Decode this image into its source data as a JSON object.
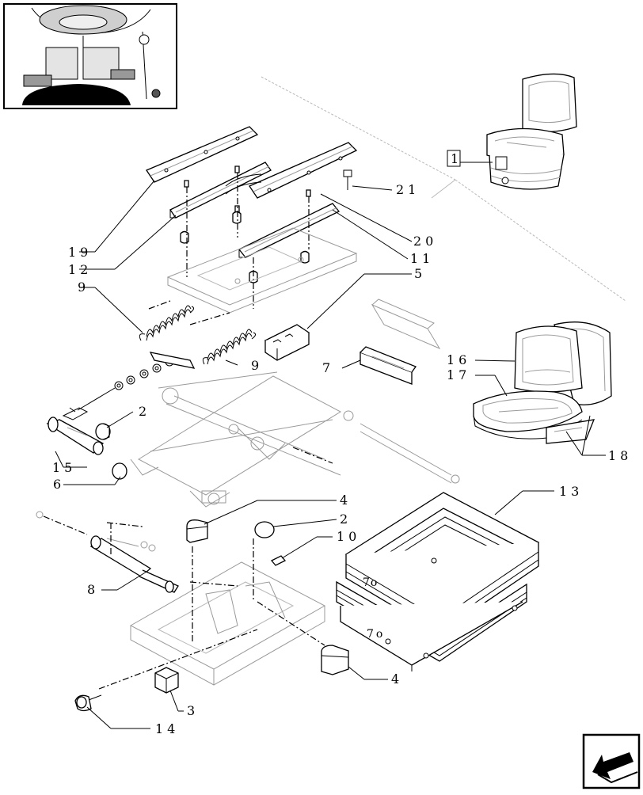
{
  "diagram": {
    "labels": {
      "l19": "19",
      "l12": "12",
      "l9a": "9",
      "l9b": "9",
      "l20": "20",
      "l21": "21",
      "l11": "11",
      "l5": "5",
      "l1": "1",
      "l16": "16",
      "l17": "17",
      "l18": "18",
      "l7": "7",
      "l2a": "2",
      "l15": "15",
      "l6": "6",
      "l4a": "4",
      "l2b": "2",
      "l10": "10",
      "l13": "13",
      "l8": "8",
      "l4b": "4",
      "l3": "3",
      "l14": "14"
    },
    "housing_marks": {
      "upper": "7o",
      "lower": "7o"
    },
    "icons": [
      "tractor-cab-thumbnail",
      "next-page-arrow-icon"
    ]
  }
}
